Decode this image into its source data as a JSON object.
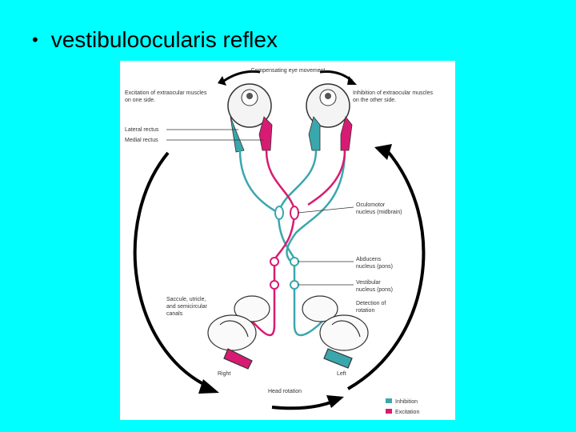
{
  "slide": {
    "bullet": "•",
    "title": "vestibuloocularis reflex"
  },
  "diagram": {
    "top_label": "Compensating eye movement",
    "left_note_line1": "Excitation of extraocular muscles",
    "left_note_line2": "on one side.",
    "right_note_line1": "Inhibition of extraocular muscles",
    "right_note_line2": "on the other side.",
    "lateral_rectus": "Lateral rectus",
    "medial_rectus": "Medial rectus",
    "oculomotor_line1": "Oculomotor",
    "oculomotor_line2": "nucleus (midbrain)",
    "abducens_line1": "Abducens",
    "abducens_line2": "nucleus (pons)",
    "vestibular_line1": "Vestibular",
    "vestibular_line2": "nucleus (pons)",
    "detection_line1": "Detection of",
    "detection_line2": "rotation",
    "saccule_line1": "Saccule, utricle,",
    "saccule_line2": "and semicircular",
    "saccule_line3": "canals",
    "right_side": "Right",
    "left_side": "Left",
    "head_rotation": "Head rotation",
    "legend_inhibition": "Inhibition",
    "legend_excitation": "Excitation",
    "colors": {
      "inhibition": "#3aa7ad",
      "excitation": "#d81b72",
      "background": "#00ffff"
    }
  }
}
